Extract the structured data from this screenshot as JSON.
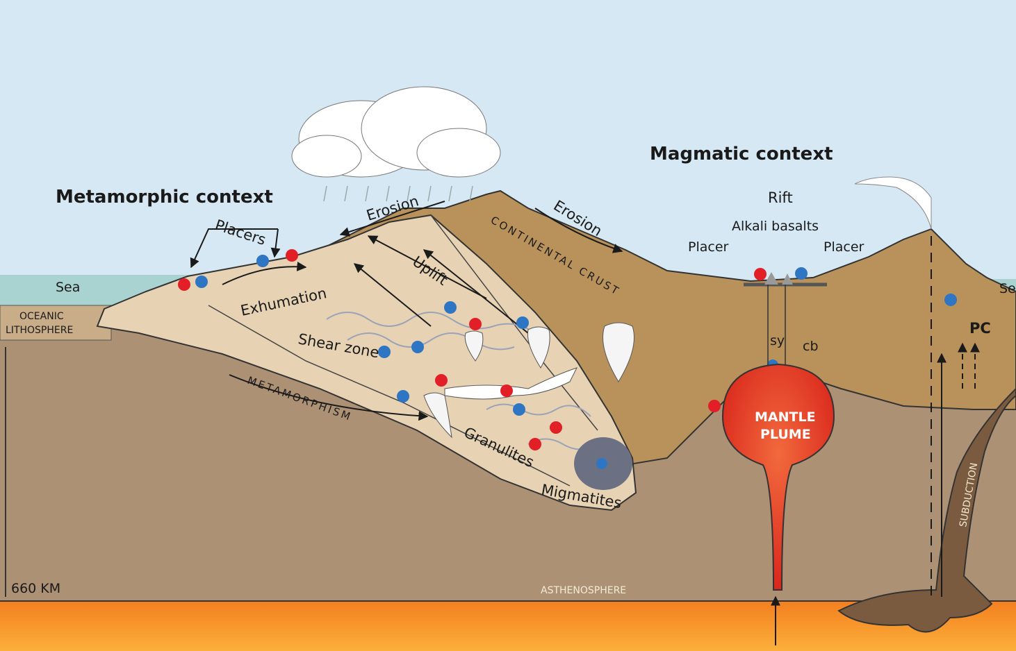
{
  "headings": {
    "metamorphic": "Metamorphic context",
    "magmatic": "Magmatic context"
  },
  "labels": {
    "sea_left": "Sea",
    "sea_right": "Sea",
    "oceanic_1": "OCEANIC",
    "oceanic_2": "LITHOSPHERE",
    "placers": "Placers",
    "erosion_left": "Erosion",
    "erosion_right": "Erosion",
    "exhumation": "Exhumation",
    "uplift": "Uplift",
    "shear_zone": "Shear zone",
    "metamorphism": "METAMORPHISM",
    "granulites": "Granulites",
    "migmatites": "Migmatites",
    "continental_crust": "CONTINENTAL CRUST",
    "rift": "Rift",
    "alkali_basalts": "Alkali basalts",
    "placer_left": "Placer",
    "placer_right": "Placer",
    "sy": "sy",
    "cb": "cb",
    "pc": "PC",
    "mantle": "MANTLE",
    "plume": "PLUME",
    "subduction": "SUBDUCTION",
    "asthenosphere": "ASTHENOSPHERE",
    "depth": "660 KM"
  },
  "colors": {
    "sky": "#d6e8f3",
    "sea": "#a9d3d1",
    "continental_crust": "#b8925a",
    "metamorphic_body": "#e7d3b4",
    "lithosphere": "#ad9174",
    "asthenosphere_hot": "#f7931e",
    "mantle_plume": "#e8412f",
    "red_marker": "#e21f26",
    "blue_marker": "#2e75c3"
  }
}
